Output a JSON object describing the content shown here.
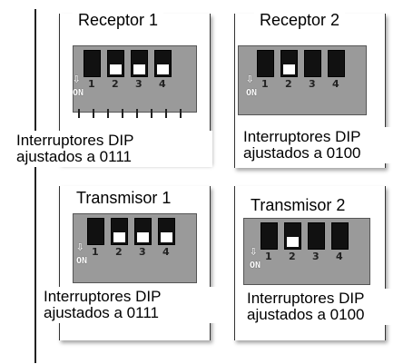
{
  "panels": [
    {
      "title": "Receptor 1",
      "caption_line1": "Interruptores DIP",
      "caption_line2": "ajustados a 0111",
      "switches": [
        0,
        1,
        1,
        1
      ],
      "switch_numbers": [
        "1",
        "2",
        "3",
        "4"
      ],
      "on_label": "ON"
    },
    {
      "title": "Receptor 2",
      "caption_line1": "Interruptores DIP",
      "caption_line2": "ajustados a 0100",
      "switches": [
        0,
        1,
        0,
        0
      ],
      "switch_numbers": [
        "1",
        "2",
        "3",
        "4"
      ],
      "on_label": "ON"
    },
    {
      "title": "Transmisor 1",
      "caption_line1": "Interruptores DIP",
      "caption_line2": "ajustados a 0111",
      "switches": [
        0,
        1,
        1,
        1
      ],
      "switch_numbers": [
        "1",
        "2",
        "3",
        "4"
      ],
      "on_label": "ON"
    },
    {
      "title": "Transmisor 2",
      "caption_line1": "Interruptores DIP",
      "caption_line2": "ajustados a 0100",
      "switches": [
        0,
        1,
        0,
        0
      ],
      "switch_numbers": [
        "1",
        "2",
        "3",
        "4"
      ],
      "on_label": "ON"
    }
  ]
}
